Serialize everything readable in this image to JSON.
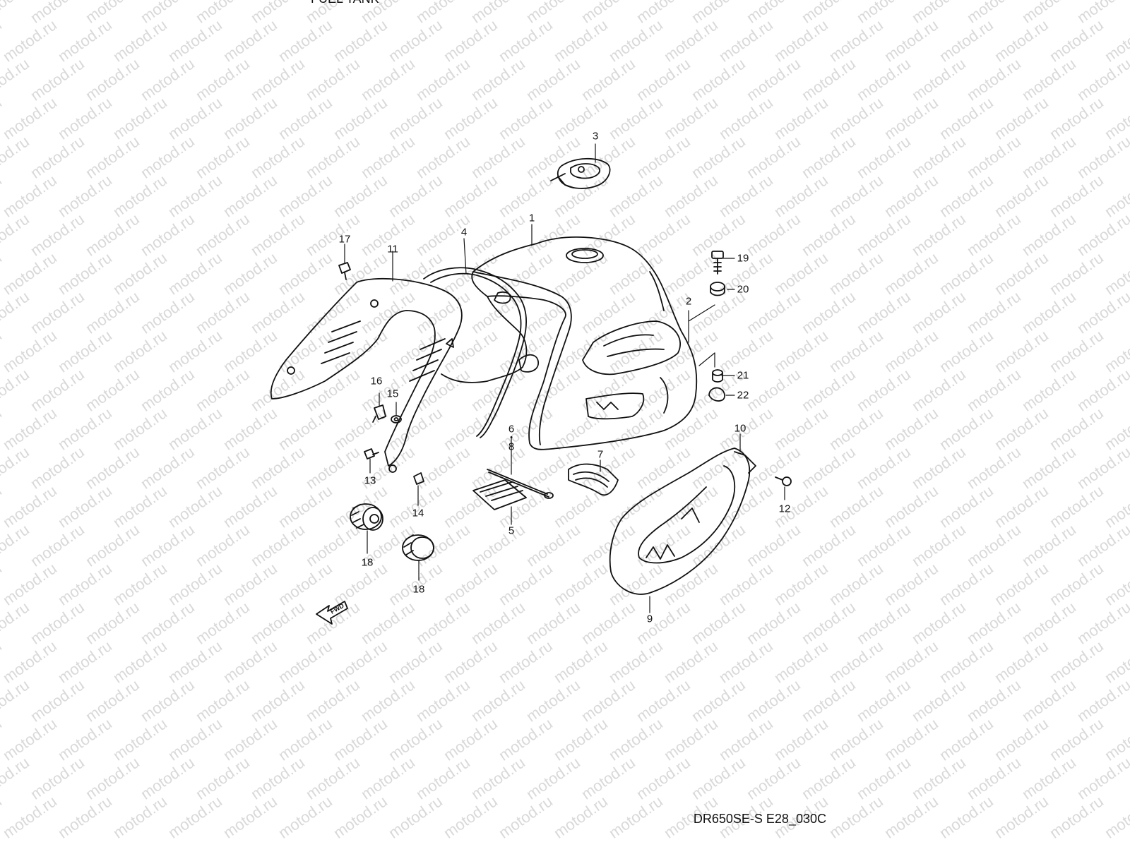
{
  "watermark": "motod.ru",
  "header_fragment": "FUEL TANK",
  "drawing_code": "DR650SE-S E28_030C",
  "fwd_label": "FWD",
  "callouts": {
    "p1": "1",
    "p2": "2",
    "p3": "3",
    "p4": "4",
    "p5": "5",
    "p6": "6",
    "p7": "7",
    "p8": "8",
    "p9": "9",
    "p10": "10",
    "p11": "11",
    "p12": "12",
    "p13": "13",
    "p14": "14",
    "p15": "15",
    "p16": "16",
    "p17": "17",
    "p18a": "18",
    "p18b": "18",
    "p19": "19",
    "p20": "20",
    "p21": "21",
    "p22": "22"
  },
  "colors": {
    "line": "#111111",
    "watermark": "#d9d9d9",
    "background": "#ffffff"
  }
}
